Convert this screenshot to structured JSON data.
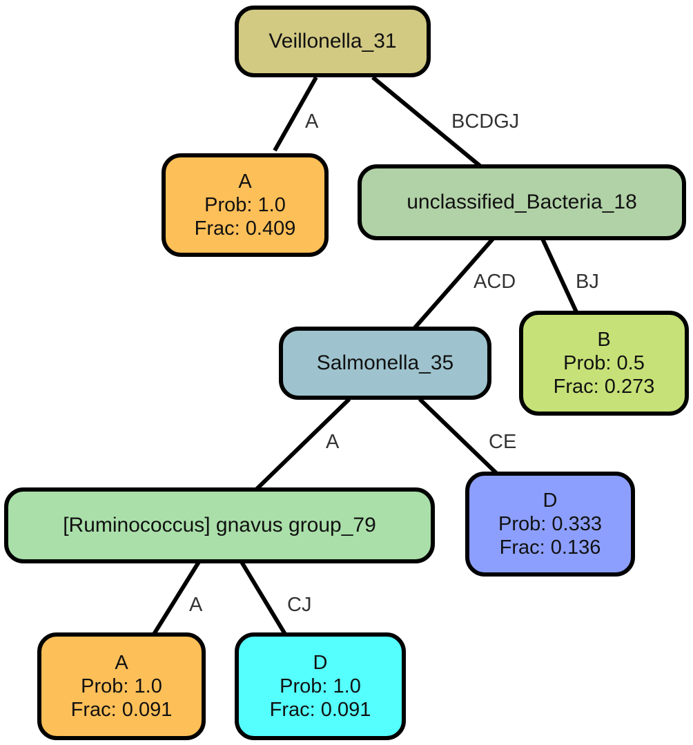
{
  "colors": {
    "root": "#d2c983",
    "leaf_A": "#fdbf58",
    "unclassified": "#b1d1a6",
    "salmonella": "#9ec3ce",
    "leaf_B": "#c6e177",
    "ruminococcus": "#aadfa9",
    "leaf_D_blue": "#8d9ffe",
    "leaf_D_cyan": "#55fffe"
  },
  "nodes": {
    "root": {
      "name": "Veillonella_31"
    },
    "leaf_a1": {
      "class": "A",
      "prob": "Prob: 1.0",
      "frac": "Frac: 0.409"
    },
    "unclassified": {
      "name": "unclassified_Bacteria_18"
    },
    "salmonella": {
      "name": "Salmonella_35"
    },
    "leaf_b": {
      "class": "B",
      "prob": "Prob: 0.5",
      "frac": "Frac: 0.273"
    },
    "ruminococcus": {
      "name": "[Ruminococcus] gnavus group_79"
    },
    "leaf_d1": {
      "class": "D",
      "prob": "Prob: 0.333",
      "frac": "Frac: 0.136"
    },
    "leaf_a2": {
      "class": "A",
      "prob": "Prob: 1.0",
      "frac": "Frac: 0.091"
    },
    "leaf_d2": {
      "class": "D",
      "prob": "Prob: 1.0",
      "frac": "Frac: 0.091"
    }
  },
  "edges": [
    {
      "from": "root",
      "to": "leaf_a1",
      "label": "A"
    },
    {
      "from": "root",
      "to": "unclassified",
      "label": "BCDGJ"
    },
    {
      "from": "unclassified",
      "to": "salmonella",
      "label": "ACD"
    },
    {
      "from": "unclassified",
      "to": "leaf_b",
      "label": "BJ"
    },
    {
      "from": "salmonella",
      "to": "ruminococcus",
      "label": "A"
    },
    {
      "from": "salmonella",
      "to": "leaf_d1",
      "label": "CE"
    },
    {
      "from": "ruminococcus",
      "to": "leaf_a2",
      "label": "A"
    },
    {
      "from": "ruminococcus",
      "to": "leaf_d2",
      "label": "CJ"
    }
  ]
}
